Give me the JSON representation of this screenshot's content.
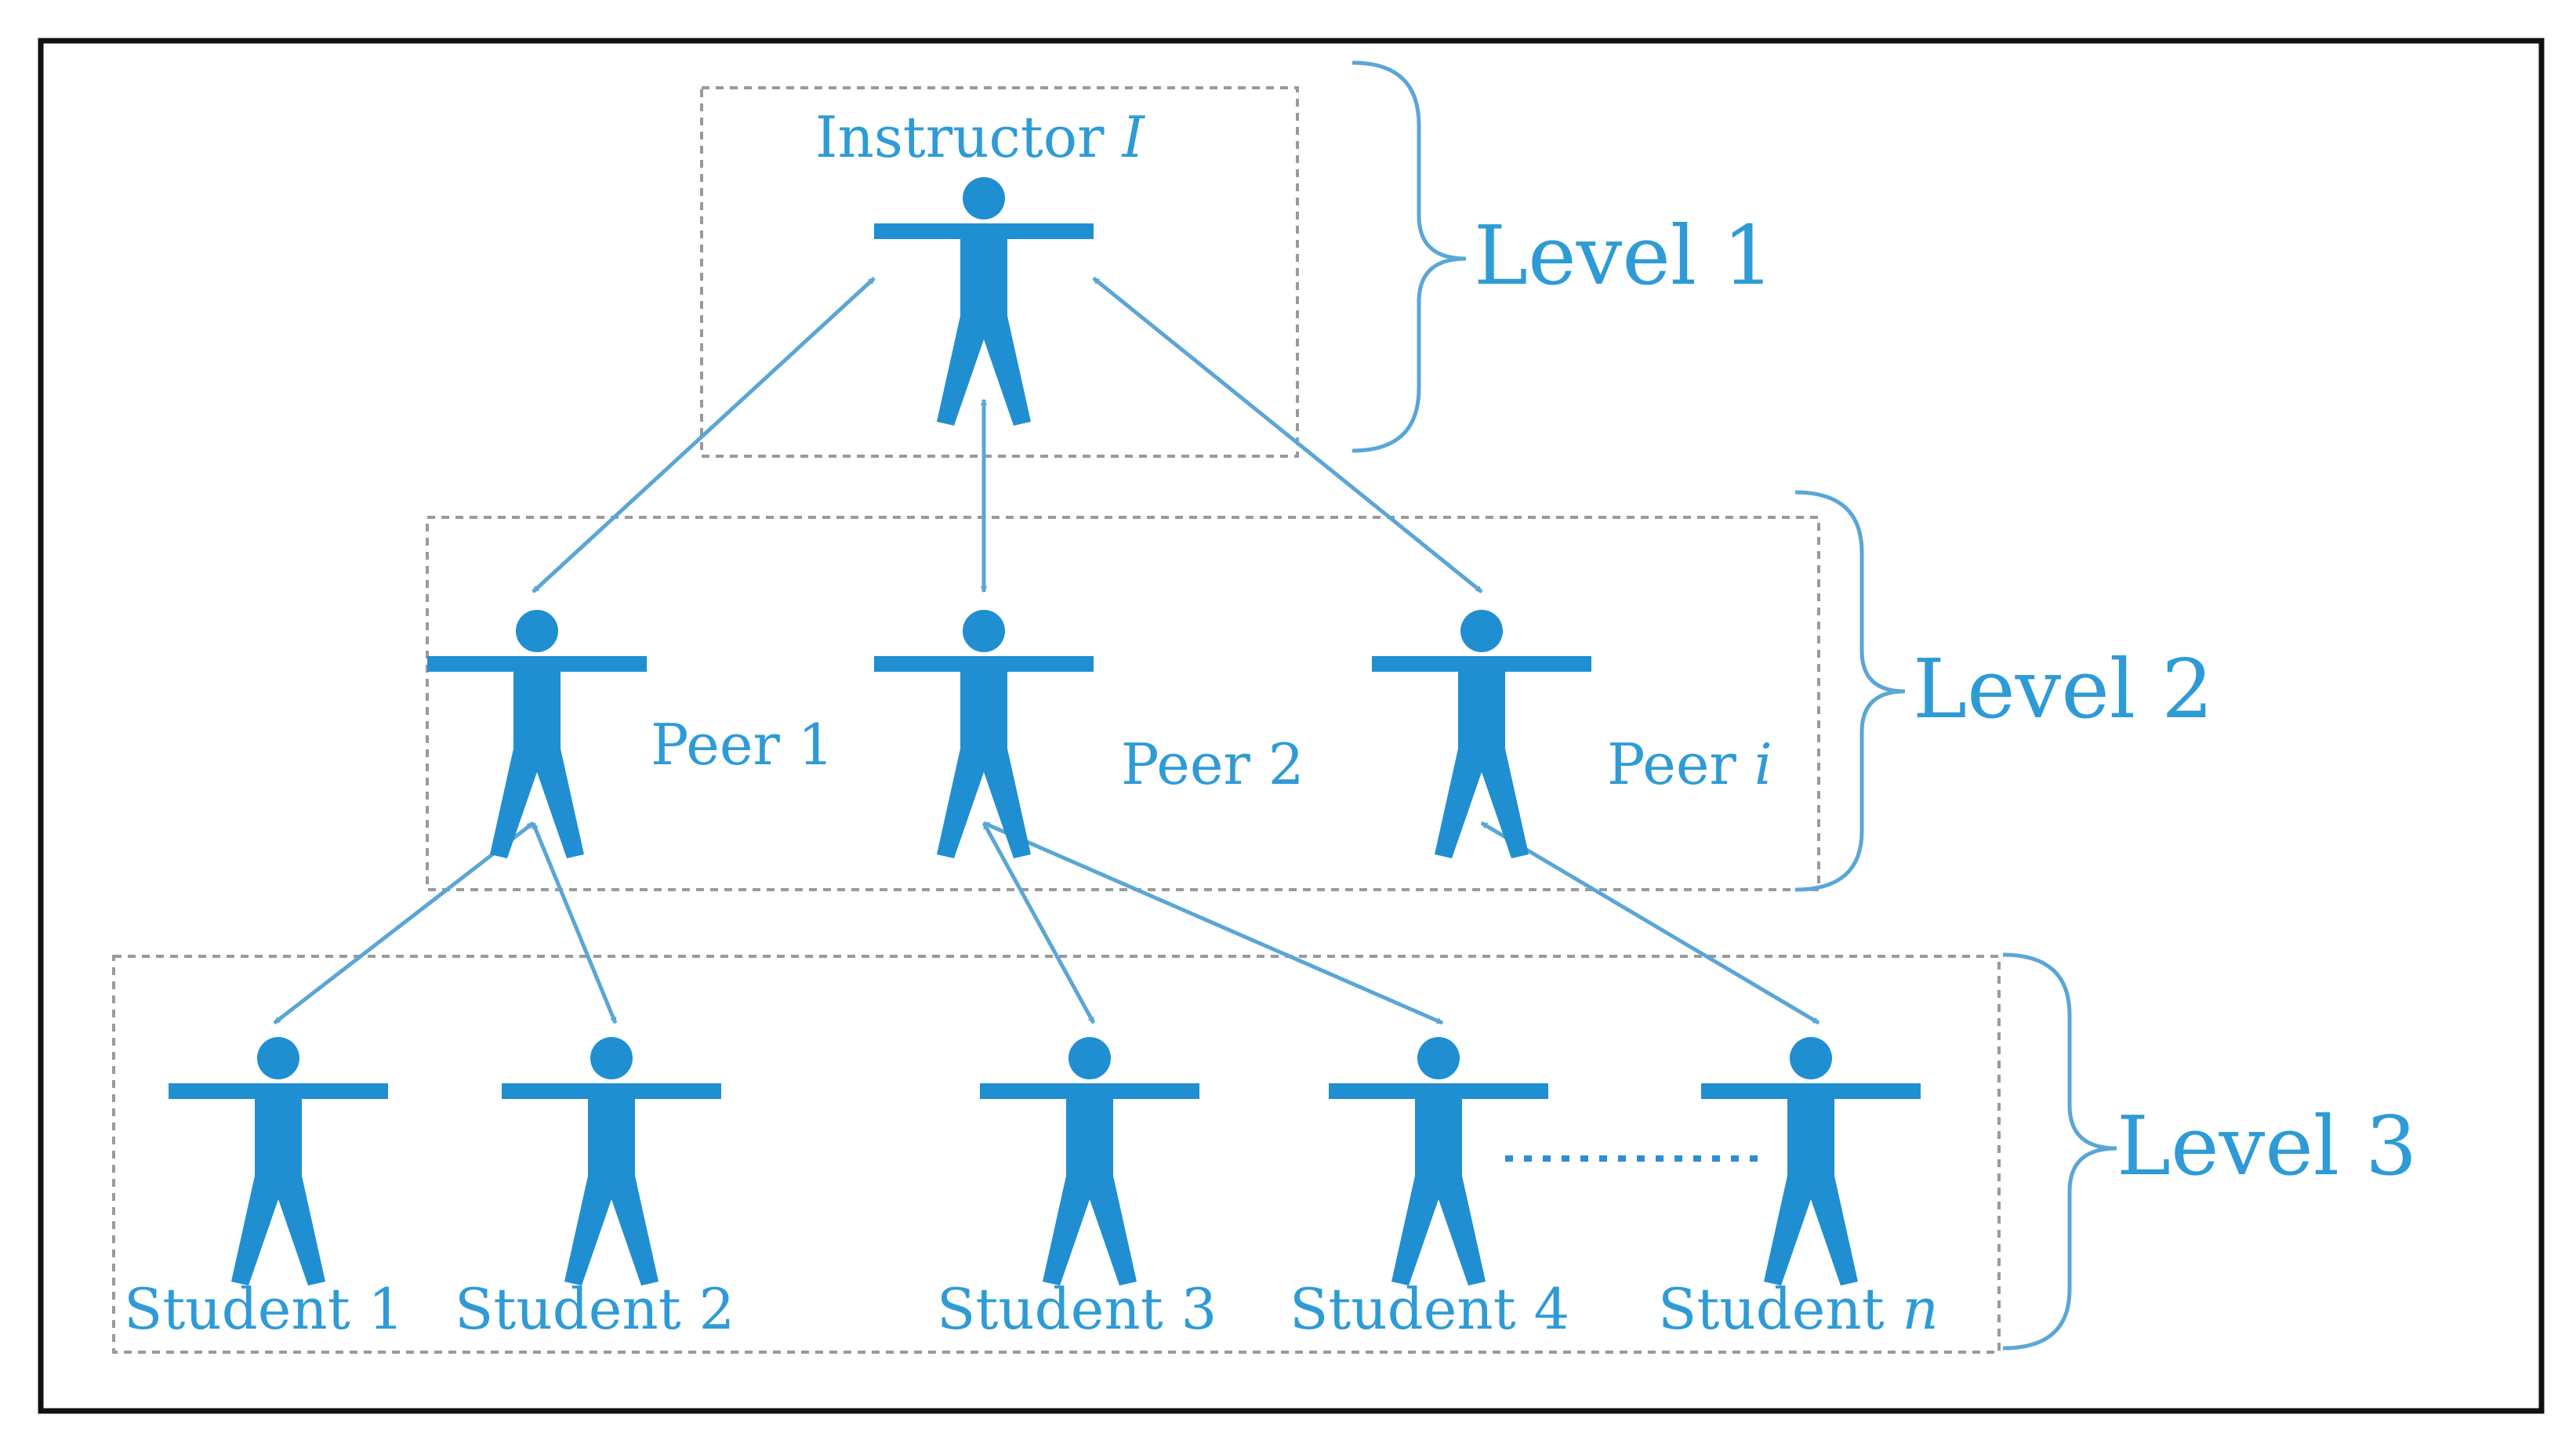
{
  "nodes": {
    "instructor": {
      "label": "Instructor ",
      "label_italic": "I"
    },
    "peer1": {
      "label": "Peer 1",
      "label_italic": ""
    },
    "peer2": {
      "label": "Peer 2",
      "label_italic": ""
    },
    "peeri": {
      "label": "Peer ",
      "label_italic": "i"
    },
    "student1": {
      "label": "Student 1",
      "label_italic": ""
    },
    "student2": {
      "label": "Student 2",
      "label_italic": ""
    },
    "student3": {
      "label": "Student 3",
      "label_italic": ""
    },
    "student4": {
      "label": "Student 4",
      "label_italic": ""
    },
    "studentn": {
      "label": "Student ",
      "label_italic": "n"
    }
  },
  "levels": {
    "level1": "Level 1",
    "level2": "Level 2",
    "level3": "Level 3"
  },
  "edges": [
    [
      "instructor",
      "peer1"
    ],
    [
      "instructor",
      "peer2"
    ],
    [
      "instructor",
      "peeri"
    ],
    [
      "peer1",
      "student1"
    ],
    [
      "peer1",
      "student2"
    ],
    [
      "peer2",
      "student3"
    ],
    [
      "peer2",
      "student4"
    ],
    [
      "peeri",
      "studentn"
    ]
  ],
  "colors": {
    "figure": "#1f8fd1",
    "text": "#2e9bd6",
    "connector": "#5aa6d6"
  }
}
